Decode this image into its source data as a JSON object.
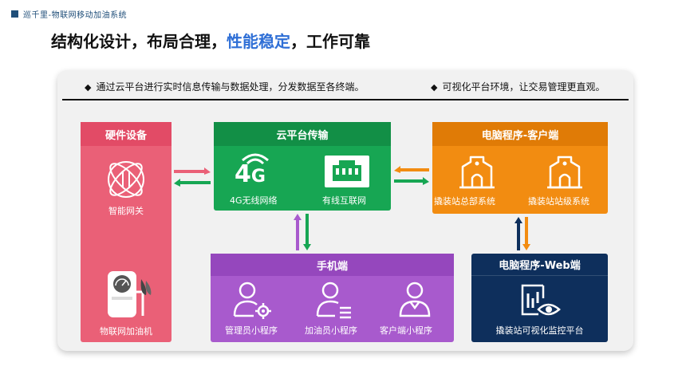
{
  "header": {
    "brand": "巡千里-物联网移动加油系统",
    "headline_part1": "结构化设计，布局合理，",
    "headline_highlight": "性能稳定",
    "headline_part2": "，工作可靠"
  },
  "bullets": [
    "通过云平台进行实时信息传输与数据处理，分发数据至各终端。",
    "可视化平台环境，让交易管理更直观。"
  ],
  "bullet_marker": "◆",
  "hardware": {
    "title": "硬件设备",
    "items": [
      "智能网关",
      "物联网加油机"
    ]
  },
  "cloud": {
    "title": "云平台传输",
    "items": [
      "4G无线网络",
      "有线互联网"
    ],
    "badge_4": "4",
    "badge_g": "G"
  },
  "pc_client": {
    "title": "电脑程序-客户端",
    "items": [
      "撬装站总部系统",
      "撬装站站级系统"
    ]
  },
  "mobile": {
    "title": "手机端",
    "items": [
      "管理员小程序",
      "加油员小程序",
      "客户端小程序"
    ]
  },
  "pc_web": {
    "title": "电脑程序-Web端",
    "items": [
      "撬装站可视化监控平台"
    ]
  },
  "colors": {
    "hardware": "#ea6077",
    "cloud": "#17a653",
    "pc_client": "#f28c11",
    "mobile": "#a85acd",
    "pc_web": "#0e2f5c",
    "highlight": "#2f6fd6"
  }
}
